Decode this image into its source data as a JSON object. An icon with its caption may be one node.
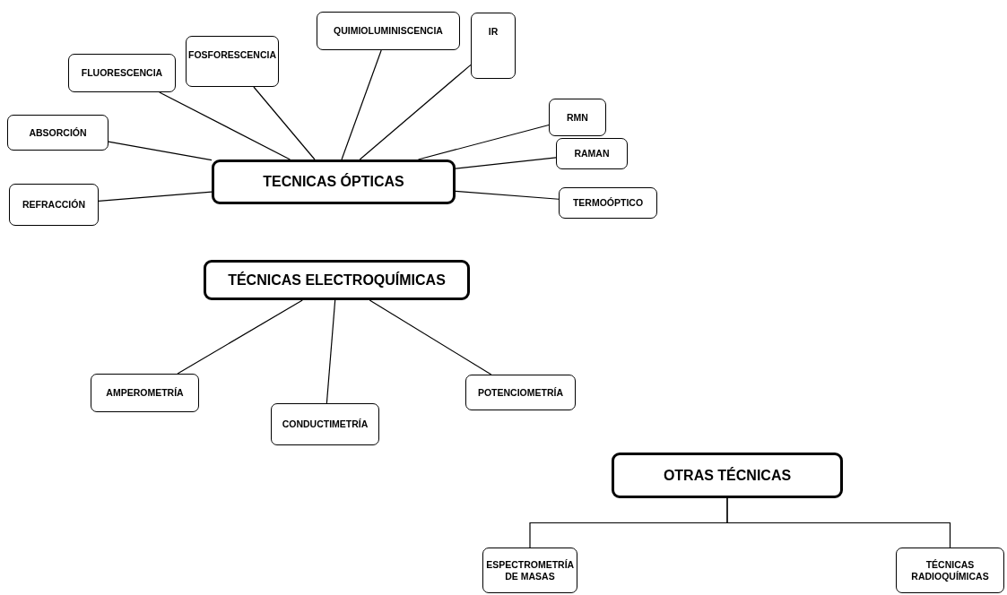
{
  "diagram": {
    "nodes": [
      {
        "text": [
          "TECNICAS ÓPTICAS"
        ]
      },
      {
        "text": [
          "QUIMIOLUMINISCENCIA"
        ]
      },
      {
        "text": [
          "IR"
        ]
      },
      {
        "text": [
          "FOSFORESCENCIA"
        ]
      },
      {
        "text": [
          "FLUORESCENCIA"
        ]
      },
      {
        "text": [
          "RMN"
        ]
      },
      {
        "text": [
          "ABSORCIÓN"
        ]
      },
      {
        "text": [
          "RAMAN"
        ]
      },
      {
        "text": [
          "REFRACCIÓN"
        ]
      },
      {
        "text": [
          "TERMOÓPTICO"
        ]
      },
      {
        "text": [
          "TÉCNICAS ELECTROQUÍMICAS"
        ]
      },
      {
        "text": [
          "AMPEROMETRÍA"
        ]
      },
      {
        "text": [
          "CONDUCTIMETRÍA"
        ]
      },
      {
        "text": [
          "POTENCIOMETRÍA"
        ]
      },
      {
        "text": [
          "OTRAS TÉCNICAS"
        ]
      },
      {
        "text": [
          "ESPECTROMETRÍA DE MASAS"
        ]
      },
      {
        "text": [
          "TÉCNICAS RADIOQUÍMICAS"
        ]
      }
    ],
    "edges": [
      {
        "from": 0,
        "to": 1,
        "arrow": "none"
      },
      {
        "from": 0,
        "to": 2,
        "arrow": "none"
      },
      {
        "from": 0,
        "to": 3,
        "arrow": "none"
      },
      {
        "from": 0,
        "to": 4,
        "arrow": "none"
      },
      {
        "from": 0,
        "to": 5,
        "arrow": "none"
      },
      {
        "from": 0,
        "to": 6,
        "arrow": "none"
      },
      {
        "from": 0,
        "to": 7,
        "arrow": "none"
      },
      {
        "from": 0,
        "to": 8,
        "arrow": "none"
      },
      {
        "from": 0,
        "to": 9,
        "arrow": "none"
      },
      {
        "from": 10,
        "to": 11,
        "arrow": "none"
      },
      {
        "from": 10,
        "to": 12,
        "arrow": "none"
      },
      {
        "from": 10,
        "to": 13,
        "arrow": "none"
      },
      {
        "from": 14,
        "to": 15,
        "arrow": "none"
      },
      {
        "from": 14,
        "to": 16,
        "arrow": "none"
      }
    ]
  }
}
